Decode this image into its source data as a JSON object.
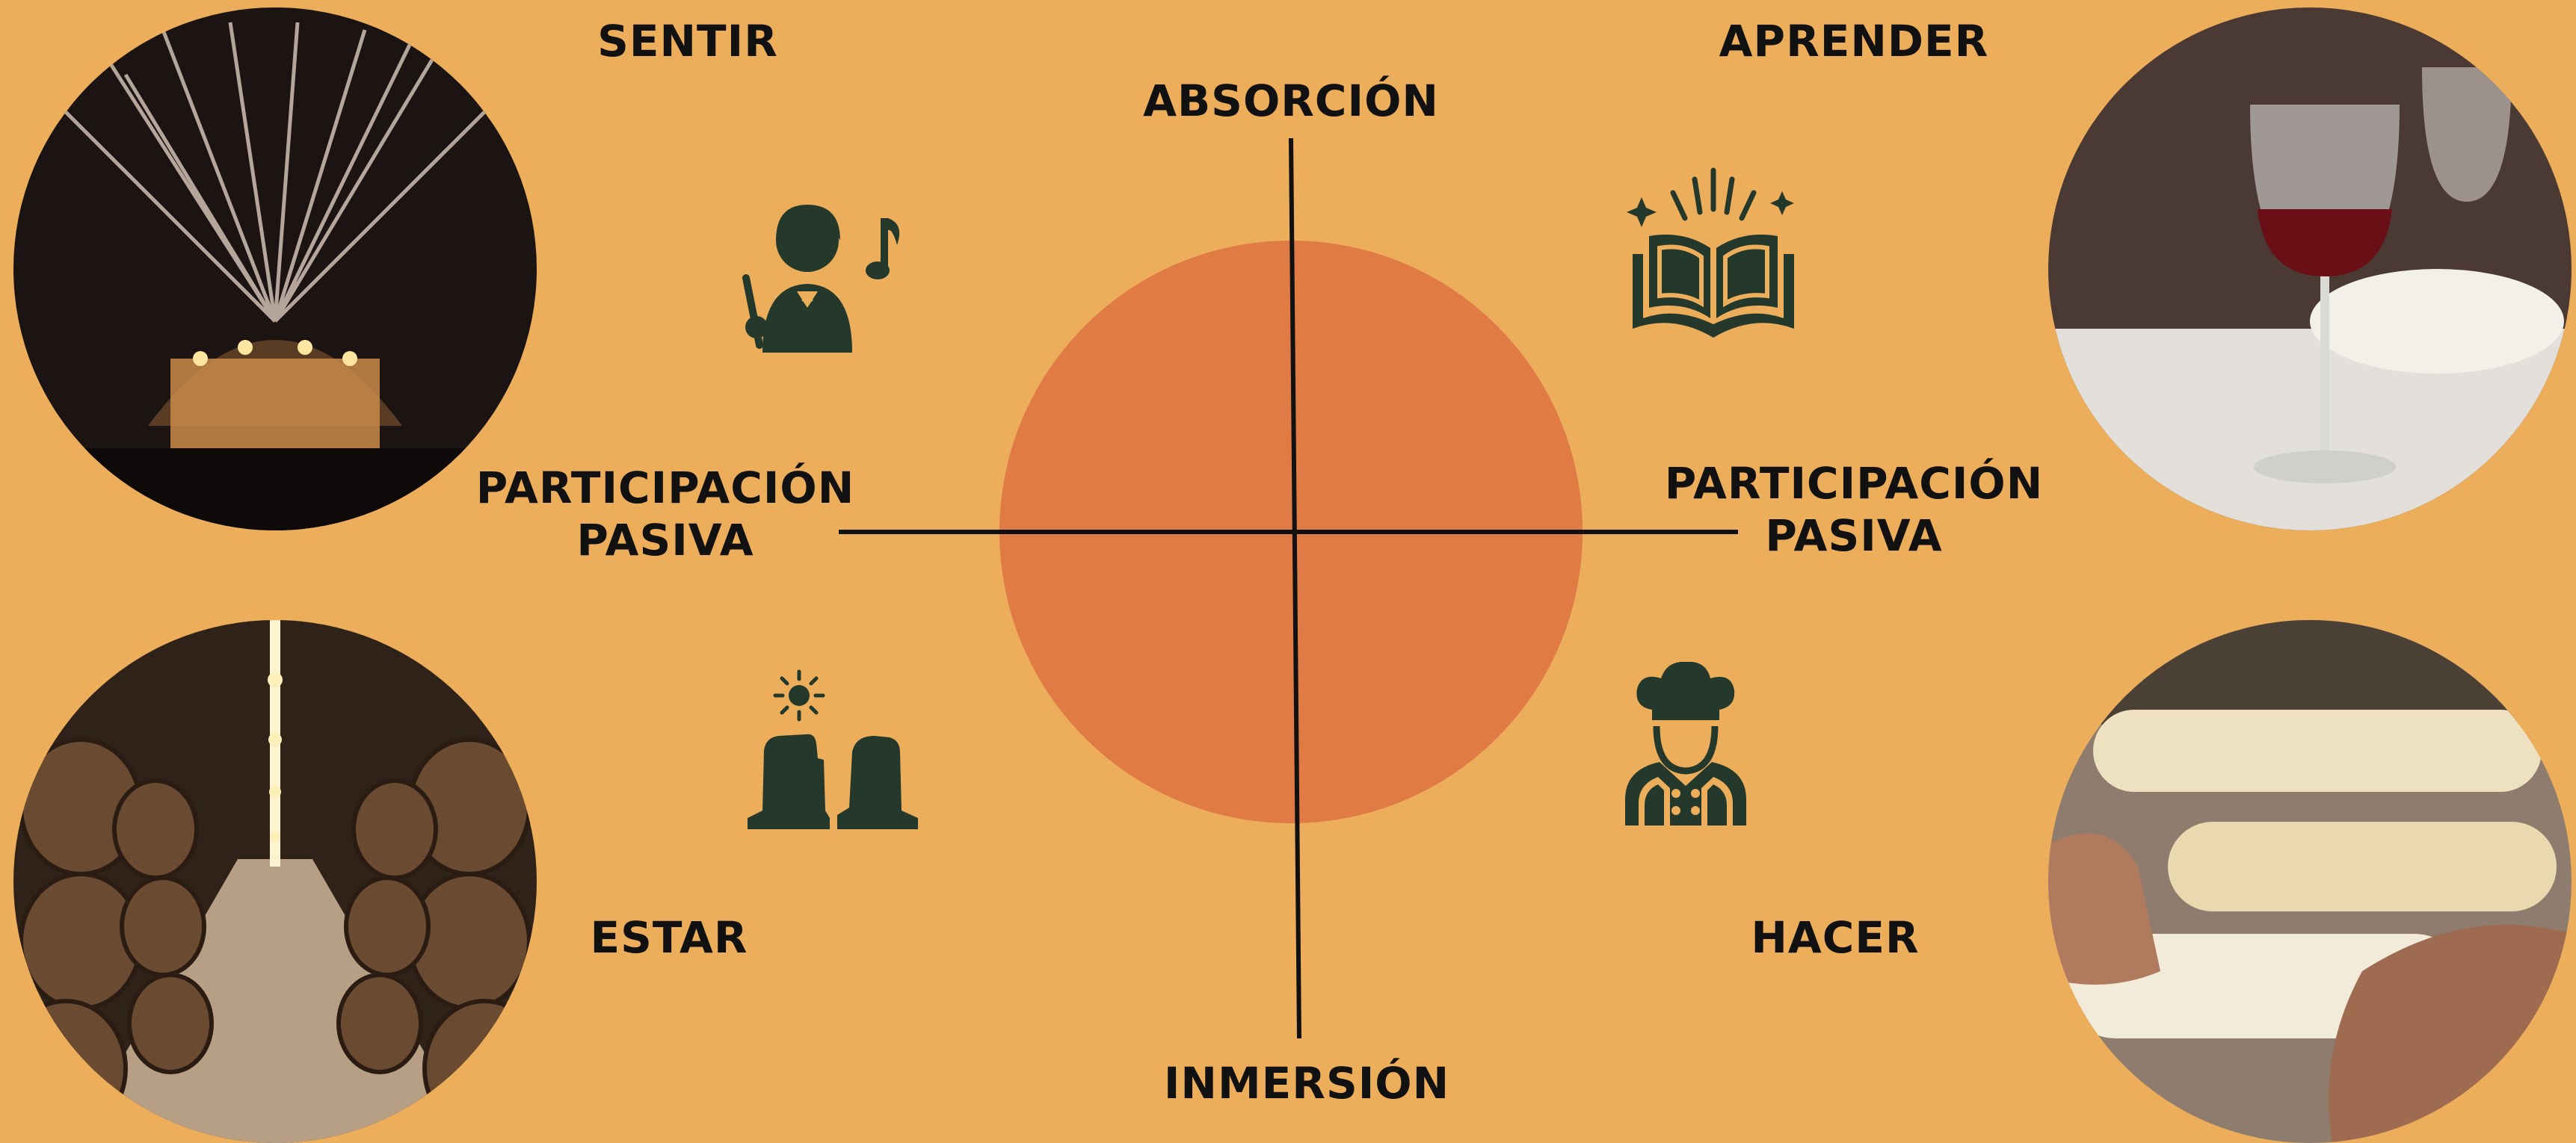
{
  "axes": {
    "top": "ABSORCIÓN",
    "bottom": "INMERSIÓN",
    "left": [
      "PARTICIPACIÓN",
      "PASIVA"
    ],
    "right": [
      "PARTICIPACIÓN",
      "PASIVA"
    ]
  },
  "quadrants": {
    "top_left": "SENTIR",
    "top_right": "APRENDER",
    "bottom_left": "ESTAR",
    "bottom_right": "HACER"
  },
  "icons": {
    "top_left": "conductor-icon",
    "top_right": "open-book-icon",
    "bottom_left": "rock-formation-icon",
    "bottom_right": "chef-icon"
  },
  "photos": {
    "top_left": "concert-fireworks-photo",
    "top_right": "wine-glass-photo",
    "bottom_left": "wine-cellar-barrels-photo",
    "bottom_right": "bread-dough-photo"
  },
  "colors": {
    "background": "#EDAE5B",
    "circle": "#E07B45",
    "icon": "#24392C",
    "text": "#111111"
  }
}
